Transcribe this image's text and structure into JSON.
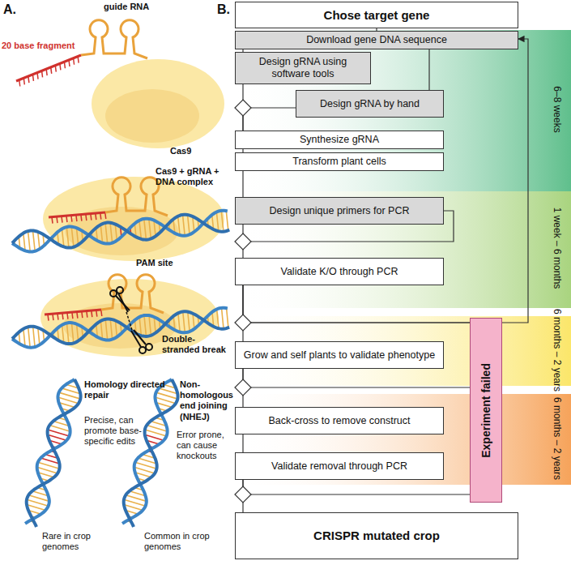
{
  "diagram": {
    "nodes": [
      {
        "text": [
          "Chose target gene"
        ]
      },
      {
        "text": [
          "Download gene DNA sequence"
        ]
      },
      {
        "text": [
          "Design gRNA using software tools"
        ]
      },
      {
        "text": [
          "Design gRNA by hand"
        ]
      },
      {
        "text": [
          "Synthesize gRNA"
        ]
      },
      {
        "text": [
          "Transform plant cells"
        ]
      },
      {
        "text": [
          "Design unique primers for PCR"
        ]
      },
      {
        "text": [
          "Validate K/O through PCR"
        ]
      },
      {
        "text": [
          "Grow and self plants to validate phenotype"
        ]
      },
      {
        "text": [
          "Back-cross to remove construct"
        ]
      },
      {
        "text": [
          "Validate removal through PCR"
        ]
      },
      {
        "text": [
          "CRISPR mutated crop"
        ]
      },
      {
        "text": [
          "Experiment failed"
        ]
      }
    ],
    "edges": [
      {
        "from": 0,
        "to": 1,
        "arrow": "none"
      },
      {
        "from": 1,
        "to": 2,
        "arrow": "none"
      },
      {
        "from": 1,
        "to": 3,
        "arrow": "none"
      },
      {
        "from": 2,
        "to": 4,
        "arrow": "none"
      },
      {
        "from": 3,
        "to": 4,
        "arrow": "none"
      },
      {
        "from": 4,
        "to": 5,
        "arrow": "none"
      },
      {
        "from": 5,
        "to": 6,
        "arrow": "none"
      },
      {
        "from": 6,
        "to": 7,
        "arrow": "none"
      },
      {
        "from": 7,
        "to": 8,
        "arrow": "none"
      },
      {
        "from": 7,
        "to": 12,
        "arrow": "none"
      },
      {
        "from": 7,
        "to": 1,
        "arrow": "to"
      },
      {
        "from": 8,
        "to": 9,
        "arrow": "none"
      },
      {
        "from": 8,
        "to": 12,
        "arrow": "none"
      },
      {
        "from": 9,
        "to": 10,
        "arrow": "none"
      },
      {
        "from": 10,
        "to": 11,
        "arrow": "none"
      },
      {
        "from": 10,
        "to": 12,
        "arrow": "none"
      }
    ],
    "labels": [
      "A.",
      "guide RNA",
      "20 base fragment",
      "Cas9",
      "Cas9 + gRNA + DNA complex",
      "PAM site",
      "Double-stranded break",
      "Homology directed repair",
      "Precise, can promote base-specific edits",
      "Rare in crop genomes",
      "Non-homologous end joining (NHEJ)",
      "Error prone, can cause knockouts",
      "Common in crop genomes",
      "B.",
      "6–8 weeks",
      "1 week – 6 months",
      "6 months – 2 years",
      "6 months – 2 years"
    ]
  }
}
